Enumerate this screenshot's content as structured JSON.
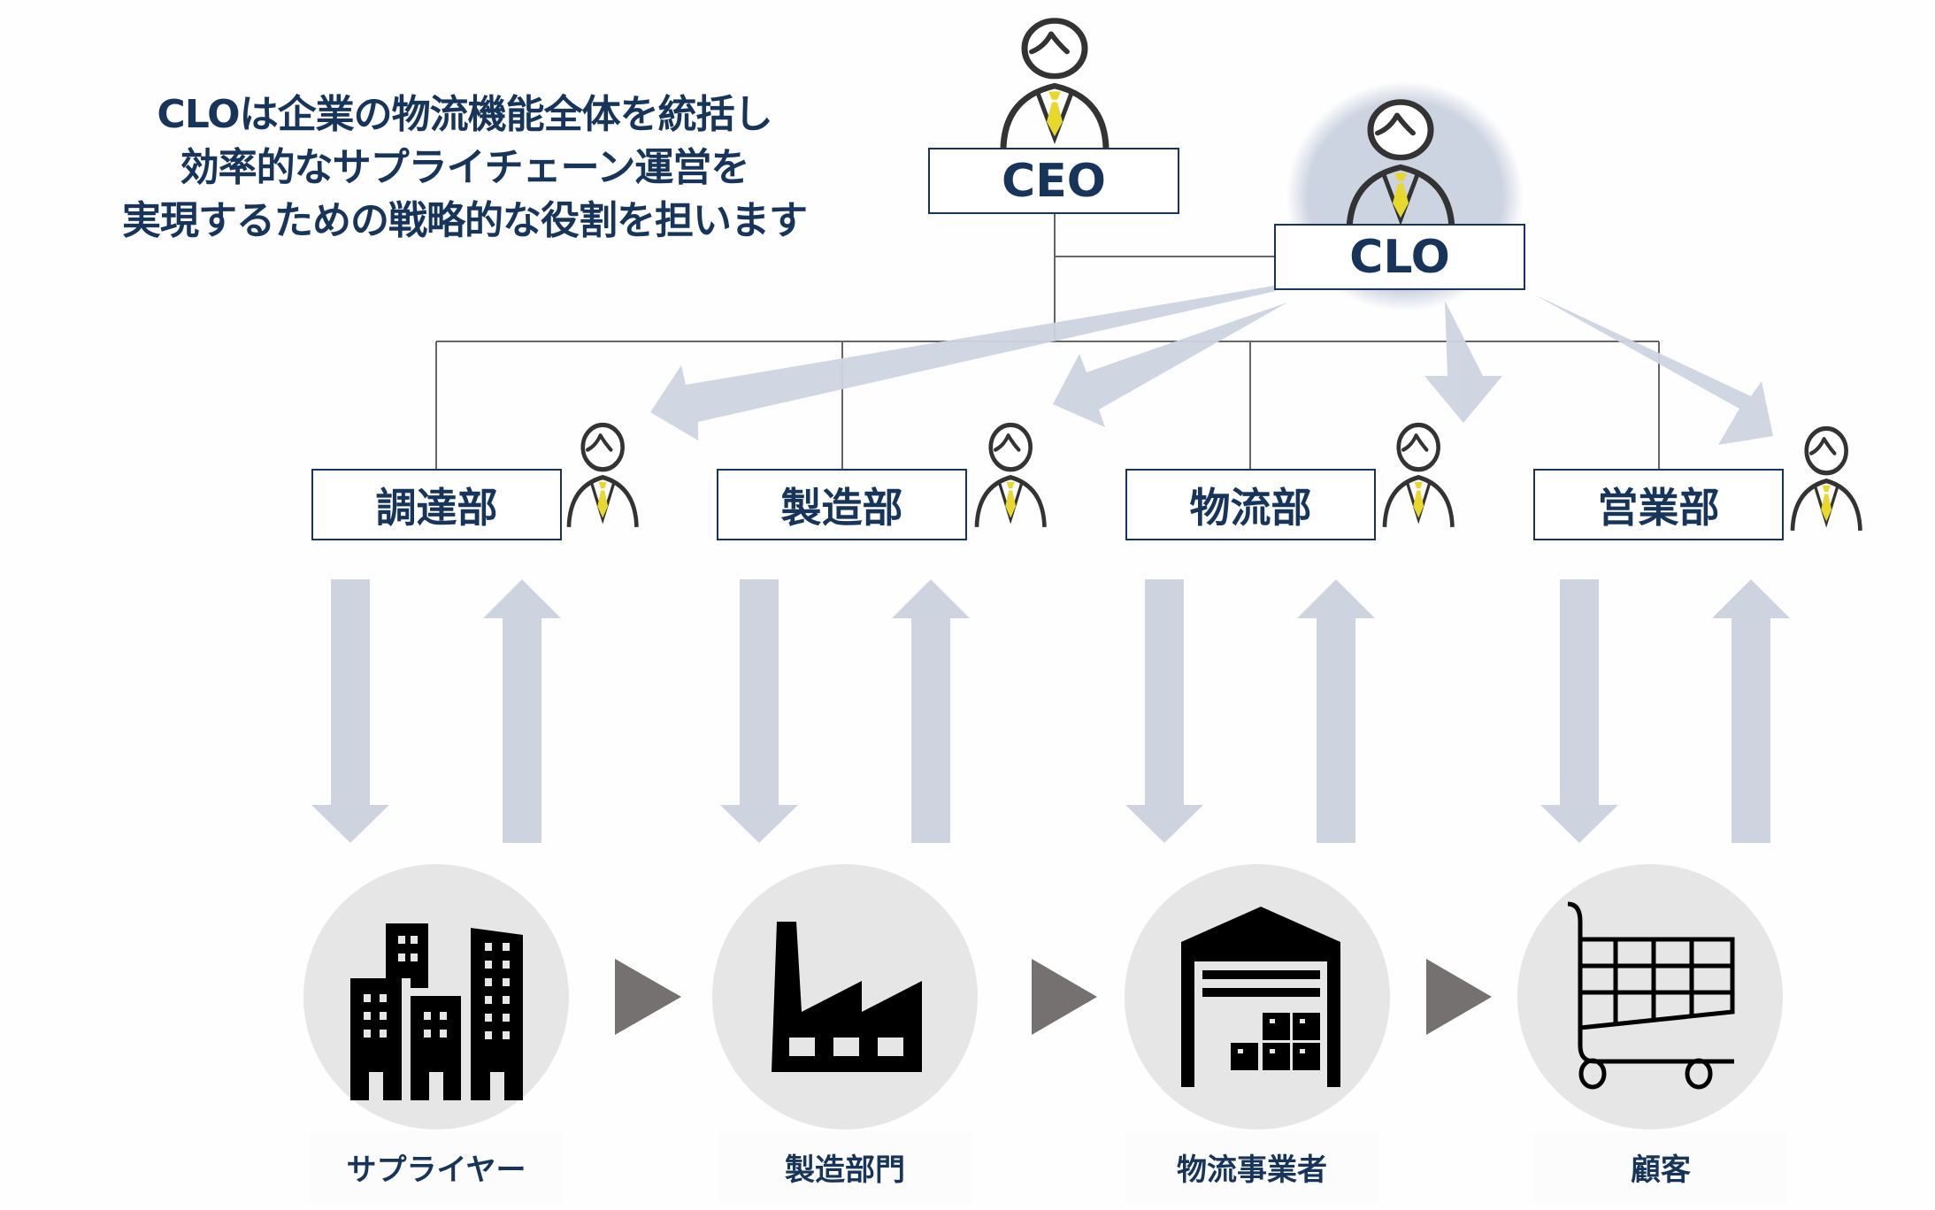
{
  "headline": {
    "lines": [
      "CLOは企業の物流機能全体を統括し",
      "効率的なサプライチェーン運営を",
      "実現するための戦略的な役割を担います"
    ]
  },
  "executives": {
    "ceo": {
      "label": "CEO",
      "icon": "person-icon"
    },
    "clo": {
      "label": "CLO",
      "icon": "person-icon",
      "highlighted": true
    }
  },
  "departments": [
    {
      "label": "調達部",
      "icon": "person-icon"
    },
    {
      "label": "製造部",
      "icon": "person-icon"
    },
    {
      "label": "物流部",
      "icon": "person-icon"
    },
    {
      "label": "営業部",
      "icon": "person-icon"
    }
  ],
  "supply_chain": [
    {
      "label": "サプライヤー",
      "icon": "office-buildings-icon"
    },
    {
      "label": "製造部門",
      "icon": "factory-icon"
    },
    {
      "label": "物流事業者",
      "icon": "warehouse-icon"
    },
    {
      "label": "顧客",
      "icon": "shopping-cart-icon"
    }
  ],
  "flow_icon": "right-triangle-arrow-icon",
  "colors": {
    "text_navy": "#17355a",
    "arrow_blue_gray": "#cdd4e0",
    "circle_gray": "#e6e6e6",
    "triangle_gray": "#767171",
    "tie_yellow": "#e8d82e",
    "line_gray": "#666666"
  }
}
